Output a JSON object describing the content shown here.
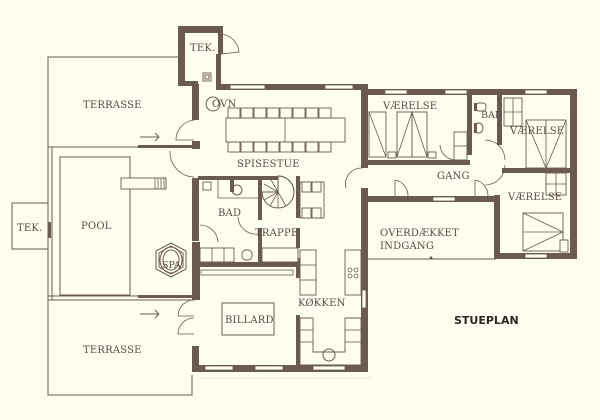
{
  "plan": {
    "title": "STUEPLAN",
    "colors": {
      "background": "#fefdf0",
      "wall": "#6b5a52",
      "text": "#5a4a44",
      "title": "#2e2622"
    }
  },
  "rooms": {
    "tek_top": "TEK.",
    "tek_left": "TEK.",
    "terrasse_top": "TERRASSE",
    "terrasse_bottom": "TERRASSE",
    "ovn": "OVN",
    "spisestue": "SPISESTUE",
    "pool": "POOL",
    "spa": "SPA",
    "bad_left": "BAD",
    "trappe": "TRAPPE",
    "billard": "BILLARD",
    "kokken": "KØKKEN",
    "vaerelse_top": "VÆRELSE",
    "bad_right": "BAD",
    "vaerelse_right": "VÆRELSE",
    "gang": "GANG",
    "vaerelse_bottom": "VÆRELSE",
    "overdaekket_1": "OVERDÆKKET",
    "overdaekket_2": "INDGANG"
  }
}
